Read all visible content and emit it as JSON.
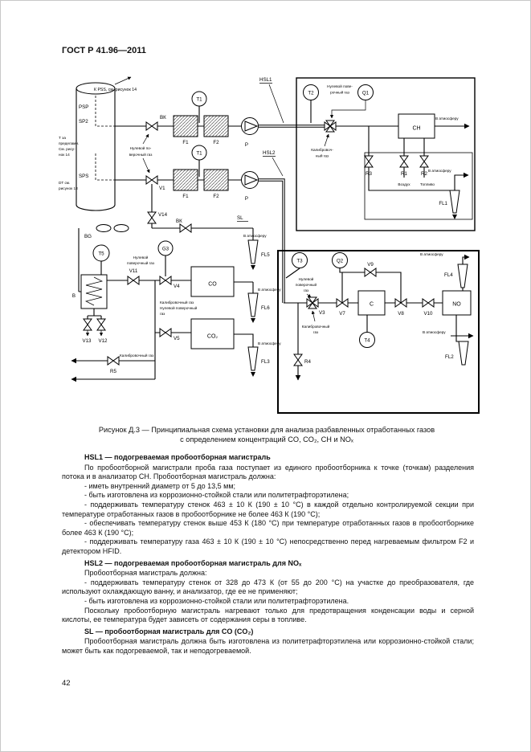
{
  "page": {
    "header": "ГОСТ Р 41.96—2011",
    "page_number": "42"
  },
  "figure": {
    "caption_line1": "Рисунок Д.3 — Принципиальная схема установки для анализа разбавленных отработанных газов",
    "caption_line2": "с определением концентраций CO, CO₂, CH и NOₓ"
  },
  "diagram": {
    "labels": {
      "k_pss": "К PSS, см. рисунок 14",
      "psp": "PSP",
      "sp2": "SP2",
      "sps": "SPS",
      "note_tunnel_1": "Т за",
      "note_tunnel_2": "пределами.",
      "note_tunnel_3": "См. рису-",
      "note_tunnel_4": "нок 14",
      "note_dt_1": "DT см.",
      "note_dt_2": "рисунок 13",
      "hsl1": "HSL1",
      "hsl2": "HSL2",
      "sl": "SL",
      "bk": "ВК",
      "bg": "BG",
      "b": "В",
      "t1": "T1",
      "t2": "T2",
      "t3": "T3",
      "t4": "T4",
      "t5": "T5",
      "q1": "Q1",
      "q2": "Q2",
      "g3": "G3",
      "f1": "F1",
      "f2": "F2",
      "p": "P",
      "v1": "V1",
      "v3": "V3",
      "v4": "V4",
      "v5": "V5",
      "v7": "V7",
      "v8": "V8",
      "v9": "V9",
      "v10": "V10",
      "v11": "V11",
      "v12": "V12",
      "v13": "V13",
      "v14": "V14",
      "r1": "R1",
      "r2": "R2",
      "r3": "R3",
      "r4": "R4",
      "r5": "R5",
      "fl1": "FL1",
      "fl2": "FL2",
      "fl3": "FL3",
      "fl4": "FL4",
      "fl5": "FL5",
      "fl6": "FL6",
      "ch": "CH",
      "co": "CO",
      "co2": "CO₂",
      "c": "C",
      "no": "NO",
      "zero_gas_a1": "Нулевой по-",
      "zero_gas_a2": "верочный газ",
      "zero_gas_b1": "Нулевой пове-",
      "zero_gas_b2": "рочный газ",
      "zero_gas_c1": "Нулевой",
      "zero_gas_c2": "поверочный",
      "zero_gas_c3": "газ",
      "zero_gas_d1": "Нулевой",
      "zero_gas_d2": "поверочный газ",
      "cal_gas_a1": "Калибровоч-",
      "cal_gas_a2": "ный газ",
      "cal_gas_b1": "Калибровочный",
      "cal_gas_b2": "газ",
      "cal_gas_c": "Калибровочный газ",
      "mid_gas_1": "Калибровочный газ",
      "mid_gas_2": "Нулевой поверочный",
      "mid_gas_3": "газ",
      "atm": "В атмосферу",
      "air": "Воздух",
      "fuel": "Топливо"
    }
  },
  "content": {
    "sections": [
      {
        "heading": "HSL1 — подогреваемая пробоотборная магистраль",
        "blocks": [
          {
            "t": "p",
            "text": "По пробоотборной магистрали проба газа поступает из единого пробоотборника к точке (точкам) разделения потока и в анализатор CH. Пробоотборная магистраль должна:"
          },
          {
            "t": "li",
            "text": "- иметь внутренний диаметр от 5 до 13,5 мм;"
          },
          {
            "t": "li",
            "text": "- быть изготовлена из коррозионно-стойкой стали или политетрафторэтилена;"
          },
          {
            "t": "li",
            "text": "- поддерживать температуру стенок 463 ± 10 К (190 ± 10 °С) в каждой отдельно контролируемой секции при температуре отработанных газов в пробоотборнике не более 463 К (190 °С);"
          },
          {
            "t": "li",
            "text": "- обеспечивать температуру стенок выше 453 К (180 °С) при температуре отработанных газов в пробоотборнике более 463 К (190 °С);"
          },
          {
            "t": "li",
            "text": "- поддерживать температуру газа 463 ± 10 К (190 ± 10 °С) непосредственно перед нагреваемым фильтром F2 и детектором HFID."
          }
        ]
      },
      {
        "heading": "HSL2 — подогреваемая пробоотборная магистраль для NOₓ",
        "blocks": [
          {
            "t": "p",
            "text": "Пробоотборная магистраль должна:"
          },
          {
            "t": "li",
            "text": "- поддерживать температуру стенок от 328 до 473 К (от 55 до 200 °С) на участке до преобразователя, где используют охлаждающую ванну, и анализатор, где ее не применяют;"
          },
          {
            "t": "li",
            "text": "- быть изготовлена из коррозионно-стойкой стали или политетрафторэтилена."
          },
          {
            "t": "p",
            "text": "Поскольку пробоотборную магистраль нагревают только для предотвращения конденсации воды и серной кислоты, ее температура будет зависеть от содержания серы в топливе."
          }
        ]
      },
      {
        "heading": "SL — пробоотборная магистраль для CO (CO₂)",
        "blocks": [
          {
            "t": "p",
            "text": "Пробоотборная магистраль должна быть изготовлена из политетрафторэтилена или коррозионно-стойкой стали; может быть как подогреваемой, так и неподогреваемой."
          }
        ]
      }
    ]
  }
}
